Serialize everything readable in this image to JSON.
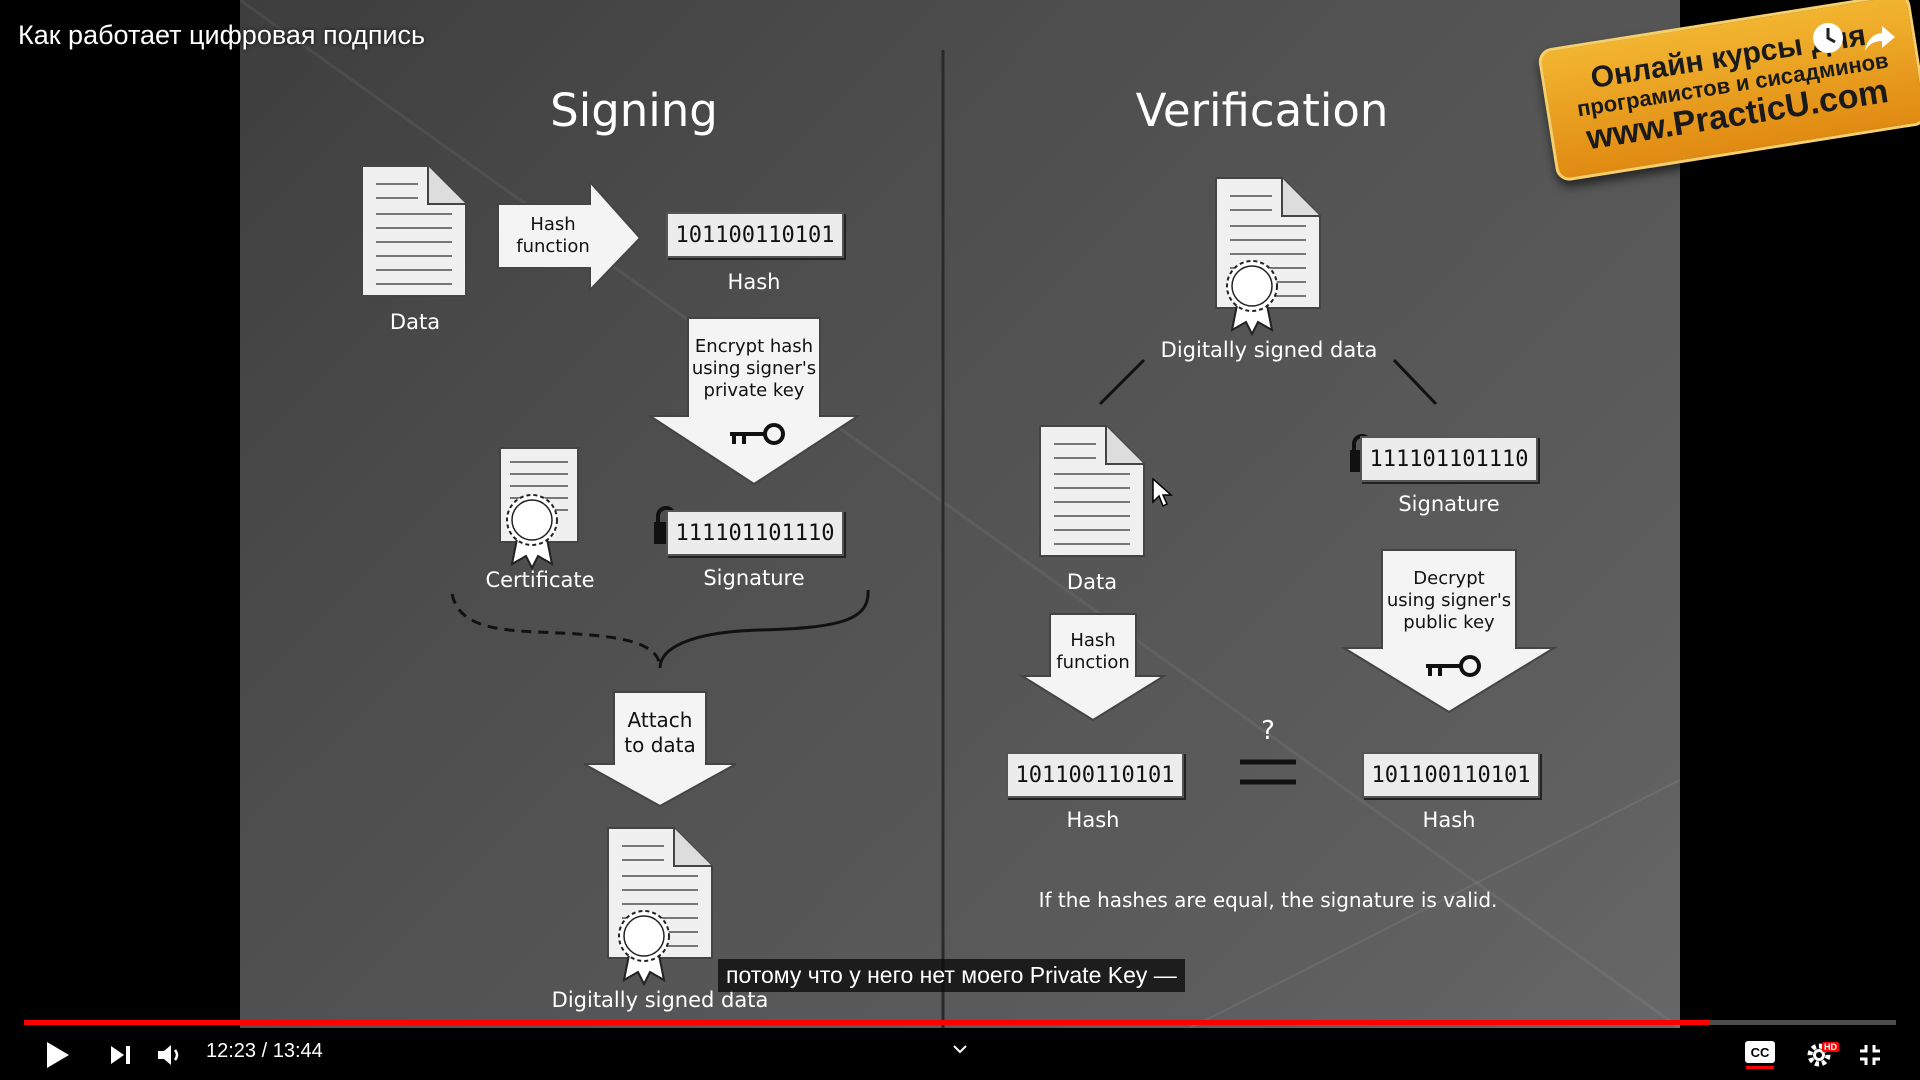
{
  "video": {
    "title": "Как работает цифровая подпись"
  },
  "slide": {
    "signing": {
      "heading": "Signing",
      "data_label": "Data",
      "hash_function_arrow": "Hash\nfunction",
      "hash_value": "101100110101",
      "hash_label": "Hash",
      "encrypt_arrow": "Encrypt hash\nusing signer's\nprivate key",
      "certificate_label": "Certificate",
      "signature_value": "111101101110",
      "signature_label": "Signature",
      "attach_arrow": "Attach\nto data",
      "signed_data_label": "Digitally signed data"
    },
    "verification": {
      "heading": "Verification",
      "signed_data_label": "Digitally signed data",
      "data_label": "Data",
      "signature_value": "111101101110",
      "signature_label": "Signature",
      "hash_function_arrow": "Hash\nfunction",
      "decrypt_arrow": "Decrypt\nusing signer's\npublic key",
      "hash_value_left": "101100110101",
      "hash_label_left": "Hash",
      "hash_value_right": "101100110101",
      "hash_label_right": "Hash",
      "question_mark": "?",
      "conclusion": "If the hashes are equal, the signature is valid."
    }
  },
  "banner": {
    "line1": "Онлайн курсы для",
    "line2": "програмистов и  сисадминов",
    "line3": "www.PracticU.com"
  },
  "subtitle": "потому что у него нет моего Private Key —",
  "player": {
    "current_time": "12:23",
    "duration": "13:44",
    "time_display": "12:23 / 13:44",
    "progress": 0.9,
    "quality_badge": "HD",
    "cc_label": "CC",
    "accent_color": "#ff0000"
  },
  "icons": {
    "watch_later": "clock-icon",
    "share": "share-icon",
    "play": "play-icon",
    "next": "next-icon",
    "volume": "volume-icon",
    "settings": "gear-icon",
    "exit_fullscreen": "exit-fullscreen-icon"
  }
}
